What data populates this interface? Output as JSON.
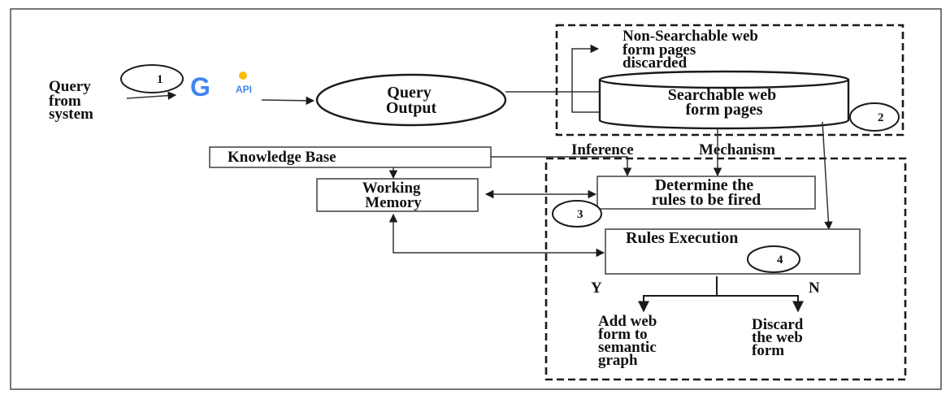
{
  "query_from_system": [
    "Query",
    "from",
    "system"
  ],
  "google_logo": {
    "letter": "G",
    "api": "API"
  },
  "query_output": [
    "Query",
    "Output"
  ],
  "non_searchable": [
    "Non-Searchable web",
    "form pages",
    "discarded"
  ],
  "searchable": [
    "Searchable web",
    "form pages"
  ],
  "knowledge_base": "Knowledge Base",
  "inference": "Inference",
  "mechanism": "Mechanism",
  "working_memory": [
    "Working",
    "Memory"
  ],
  "determine_rules": [
    "Determine the",
    "rules to be fired"
  ],
  "rules_execution": "Rules Execution",
  "yes_label": "Y",
  "no_label": "N",
  "add_web_form": [
    "Add web",
    "form to",
    "semantic",
    "graph"
  ],
  "discard_web_form": [
    "Discard",
    "the web",
    "form"
  ],
  "step_numbers": [
    "1",
    "2",
    "3",
    "4"
  ],
  "colors": {
    "google_blue": "#4285F4",
    "google_red": "#EA4335",
    "google_yellow": "#FBBC05",
    "google_green": "#34A853"
  }
}
